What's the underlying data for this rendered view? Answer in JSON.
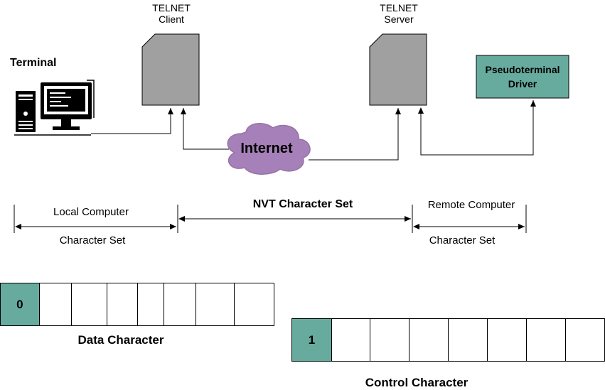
{
  "terminal": {
    "label": "Terminal"
  },
  "client": {
    "line1": "TELNET",
    "line2": "Client"
  },
  "server": {
    "line1": "TELNET",
    "line2": "Server"
  },
  "pseudo": {
    "line1": "Pseudoterminal",
    "line2": "Driver"
  },
  "internet": {
    "label": "Internet"
  },
  "local": {
    "line1": "Local Computer",
    "line2": "Character Set"
  },
  "nvt": {
    "label": "NVT Character Set"
  },
  "remote": {
    "line1": "Remote Computer",
    "line2": "Character Set"
  },
  "data_char": {
    "first_bit": "0",
    "label": "Data Character"
  },
  "control_char": {
    "first_bit": "1",
    "label": "Control Character"
  },
  "colors": {
    "teal": "#67ab9f",
    "gray": "#a0a0a0",
    "cloud": "#a680b8",
    "cloud_border": "#9673a6"
  }
}
